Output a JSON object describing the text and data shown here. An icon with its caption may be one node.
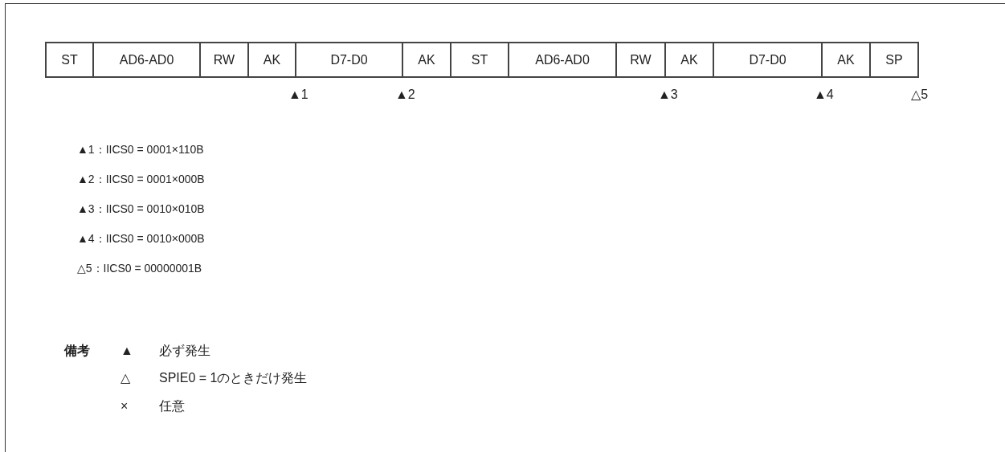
{
  "diagram": {
    "nodes": [
      {
        "text": [
          "ST"
        ]
      },
      {
        "text": [
          "AD6-AD0"
        ]
      },
      {
        "text": [
          "RW"
        ]
      },
      {
        "text": [
          "AK"
        ]
      },
      {
        "text": [
          "D7-D0"
        ]
      },
      {
        "text": [
          "AK"
        ]
      },
      {
        "text": [
          "ST"
        ]
      },
      {
        "text": [
          "AD6-AD0"
        ]
      },
      {
        "text": [
          "RW"
        ]
      },
      {
        "text": [
          "AK"
        ]
      },
      {
        "text": [
          "D7-D0"
        ]
      },
      {
        "text": [
          "AK"
        ]
      },
      {
        "text": [
          "SP"
        ]
      }
    ],
    "labels": [
      "▲1",
      "▲2",
      "▲3",
      "▲4",
      "△5",
      "▲1：IICS0 = 0001×110B",
      "▲2：IICS0 = 0001×000B",
      "▲3：IICS0 = 0010×010B",
      "▲4：IICS0 = 0010×000B",
      "△5：IICS0 = 00000001B",
      "備考",
      "▲",
      "必ず発生",
      "△",
      "SPIE0 = 1のときだけ発生",
      "×",
      "任意"
    ]
  }
}
